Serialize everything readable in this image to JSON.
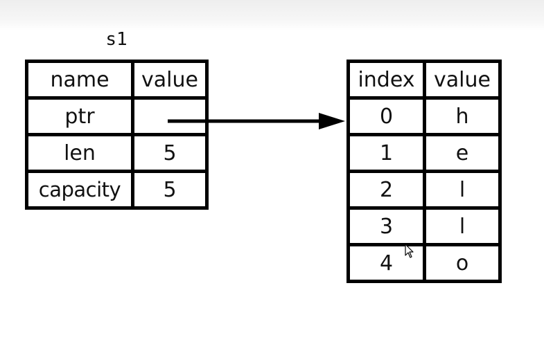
{
  "s1_label": "s1",
  "s1_table": {
    "headers": [
      "name",
      "value"
    ],
    "rows": [
      {
        "name": "ptr",
        "value": ""
      },
      {
        "name": "len",
        "value": "5"
      },
      {
        "name": "capacity",
        "value": "5"
      }
    ]
  },
  "heap_table": {
    "headers": [
      "index",
      "value"
    ],
    "rows": [
      {
        "index": "0",
        "value": "h"
      },
      {
        "index": "1",
        "value": "e"
      },
      {
        "index": "2",
        "value": "l"
      },
      {
        "index": "3",
        "value": "l"
      },
      {
        "index": "4",
        "value": "o"
      }
    ]
  },
  "icons": {
    "arrow": "pointer-arrow-icon",
    "cursor": "mouse-cursor-icon"
  },
  "colors": {
    "line": "#000000",
    "background": "#ffffff"
  }
}
